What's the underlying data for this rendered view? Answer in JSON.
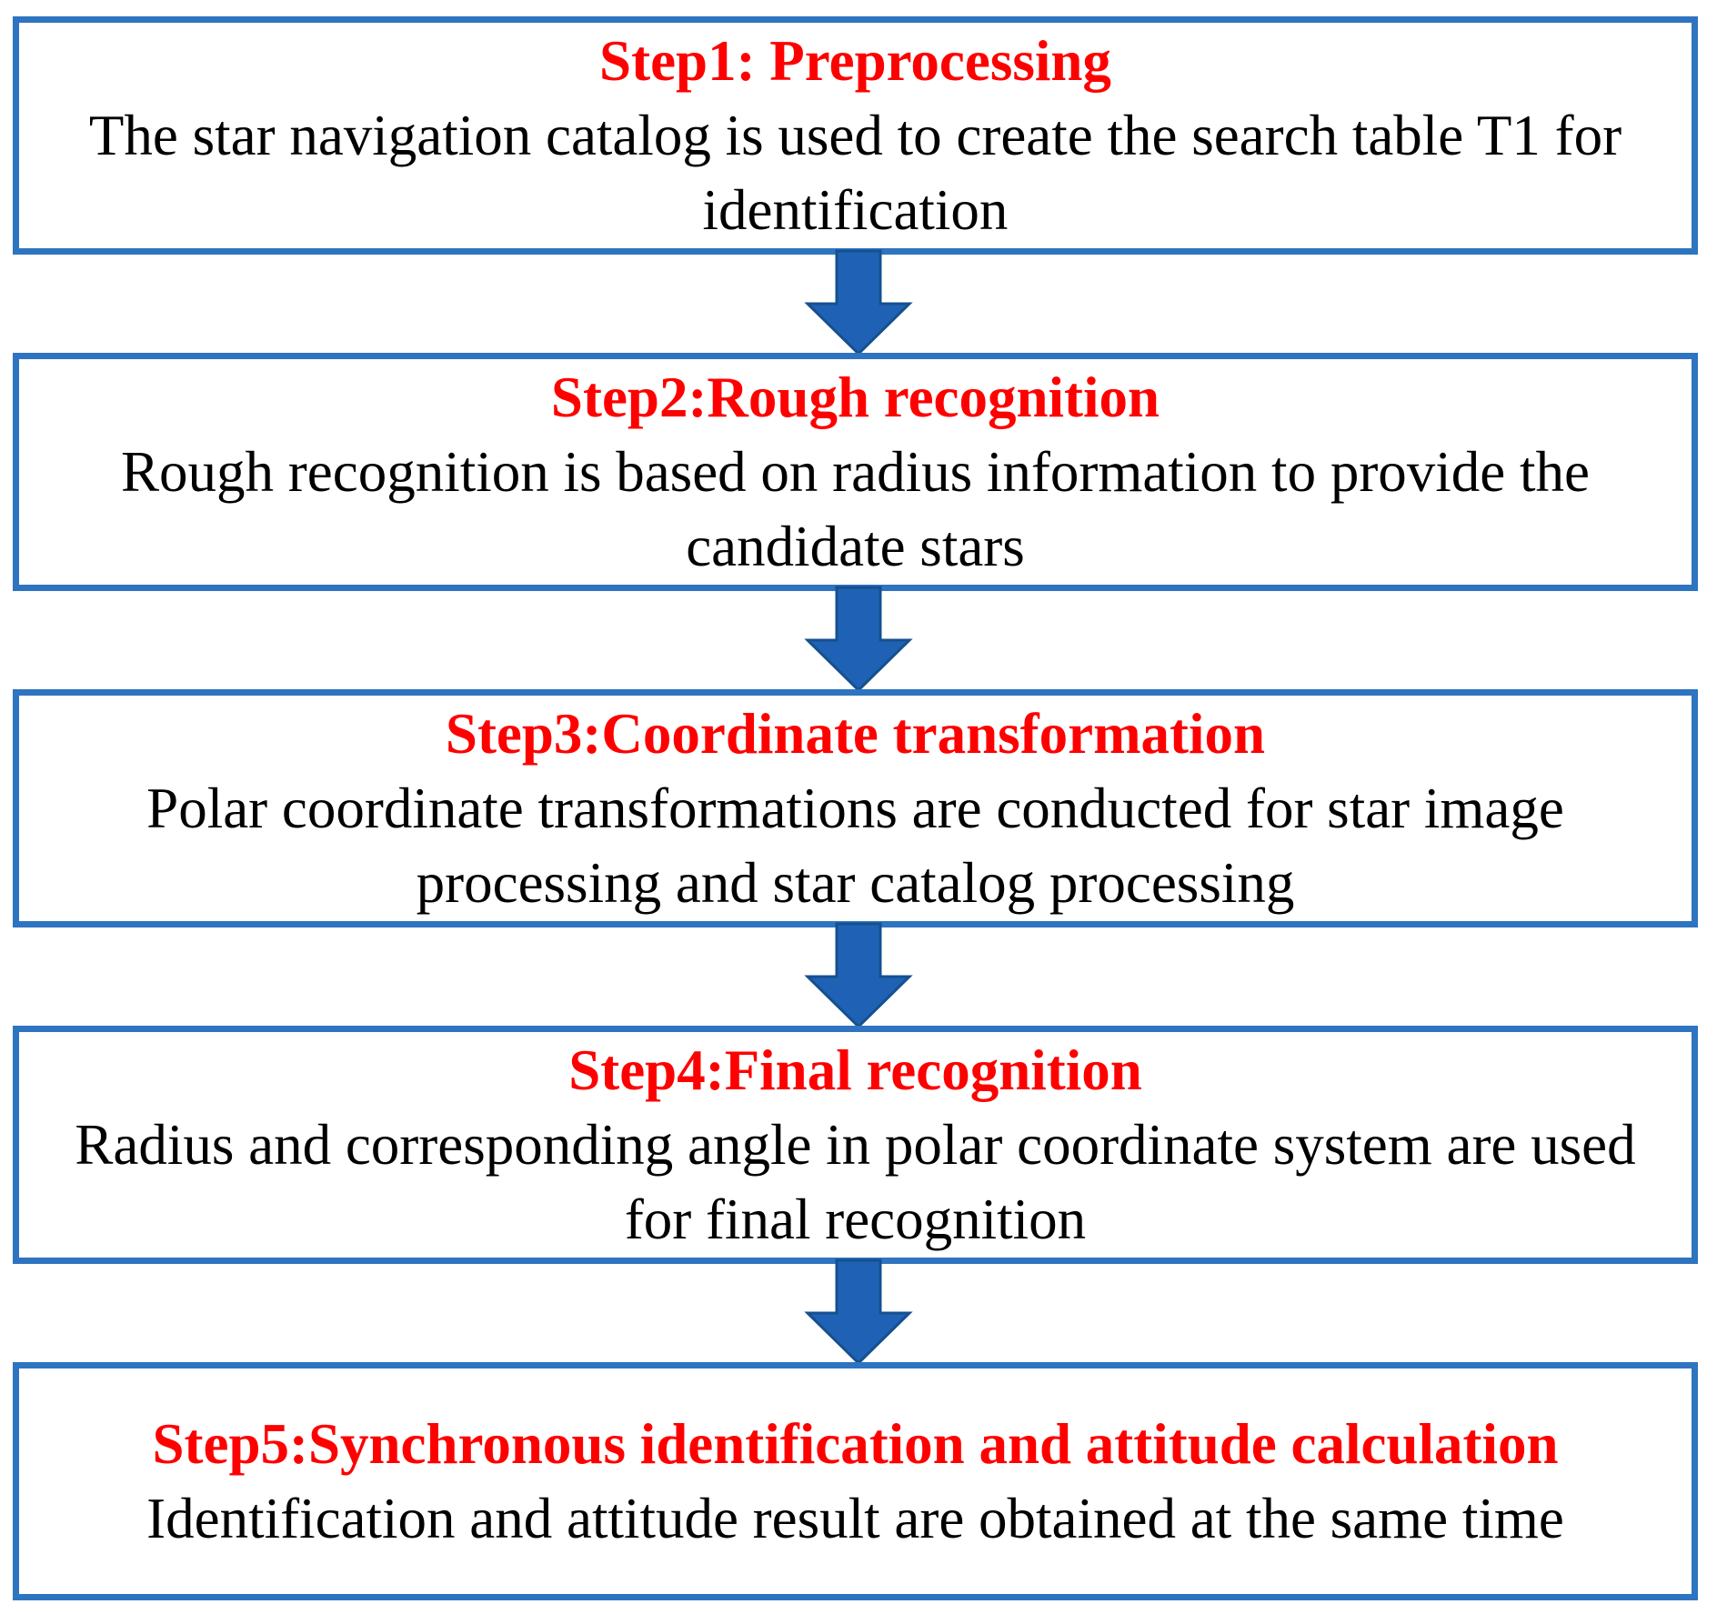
{
  "colors": {
    "box_border": "#2e74c0",
    "arrow_fill": "#1f62b5",
    "arrow_stroke": "#15508f",
    "title_text": "#ff0000",
    "desc_text": "#000000"
  },
  "steps": [
    {
      "title": "Step1: Preprocessing",
      "description": "The star navigation catalog is used to create the search table T1 for identification"
    },
    {
      "title": "Step2:Rough recognition",
      "description": "Rough recognition is based on radius information to provide the candidate stars"
    },
    {
      "title": "Step3:Coordinate transformation",
      "description": "Polar coordinate transformations are conducted for star image processing and star catalog processing"
    },
    {
      "title": "Step4:Final recognition",
      "description": "Radius and corresponding angle in polar coordinate system are used for final recognition"
    },
    {
      "title": "Step5:Synchronous identification and attitude calculation",
      "description": "Identification and attitude result are obtained at the same time"
    }
  ],
  "arrows": [
    {
      "icon": "down-arrow-icon",
      "from": 1,
      "to": 2
    },
    {
      "icon": "down-arrow-icon",
      "from": 2,
      "to": 3
    },
    {
      "icon": "down-arrow-icon",
      "from": 3,
      "to": 4
    },
    {
      "icon": "down-arrow-icon",
      "from": 4,
      "to": 5
    }
  ]
}
